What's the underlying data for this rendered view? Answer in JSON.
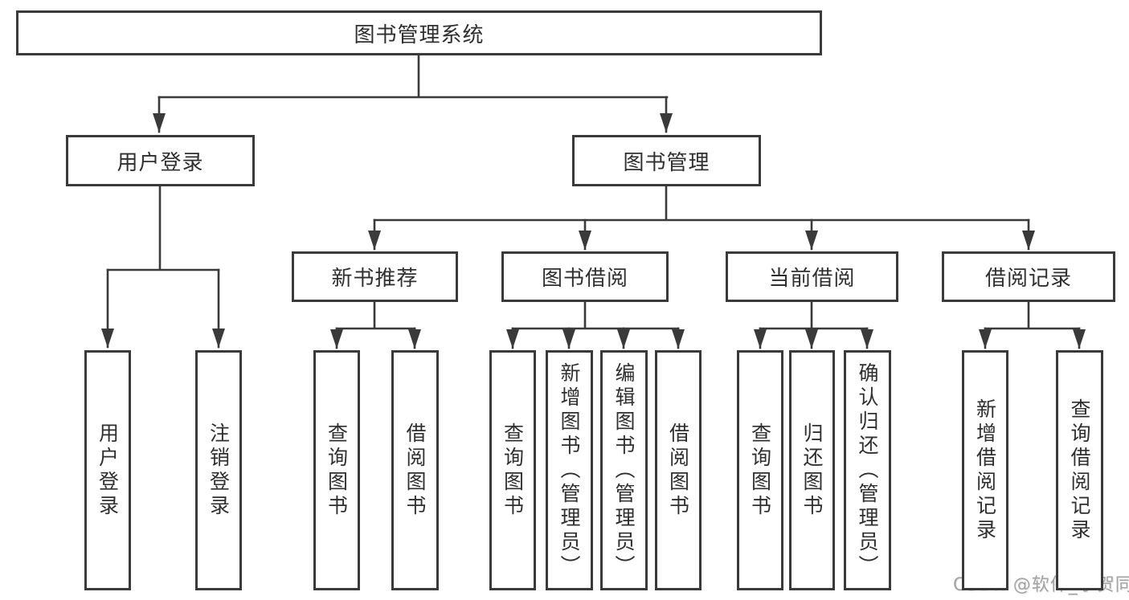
{
  "diagram": {
    "title": "图书管理系统",
    "root": "图书管理系统",
    "level2": [
      "用户登录",
      "图书管理"
    ],
    "level3": [
      "新书推荐",
      "图书借阅",
      "当前借阅",
      "借阅记录"
    ],
    "leaves": {
      "login": [
        "用户登录",
        "注销登录"
      ],
      "new_book": [
        "查询图书",
        "借阅图书"
      ],
      "book_borrow": [
        "查询图书",
        "新增图书（管理员）",
        "编辑图书（管理员）",
        "借阅图书"
      ],
      "current_borrow": [
        "查询图书",
        "归还图书",
        "确认归还（管理员）"
      ],
      "borrow_record": [
        "新增借阅记录",
        "查询借阅记录"
      ]
    }
  },
  "colors": {
    "line": "#3a3a3a",
    "box_border": "#3a3a3a",
    "text": "#2f2f2f",
    "watermark": "#a3a3a3",
    "background": "#ffffff"
  },
  "watermark": "CSDN @软件_小贺同学"
}
